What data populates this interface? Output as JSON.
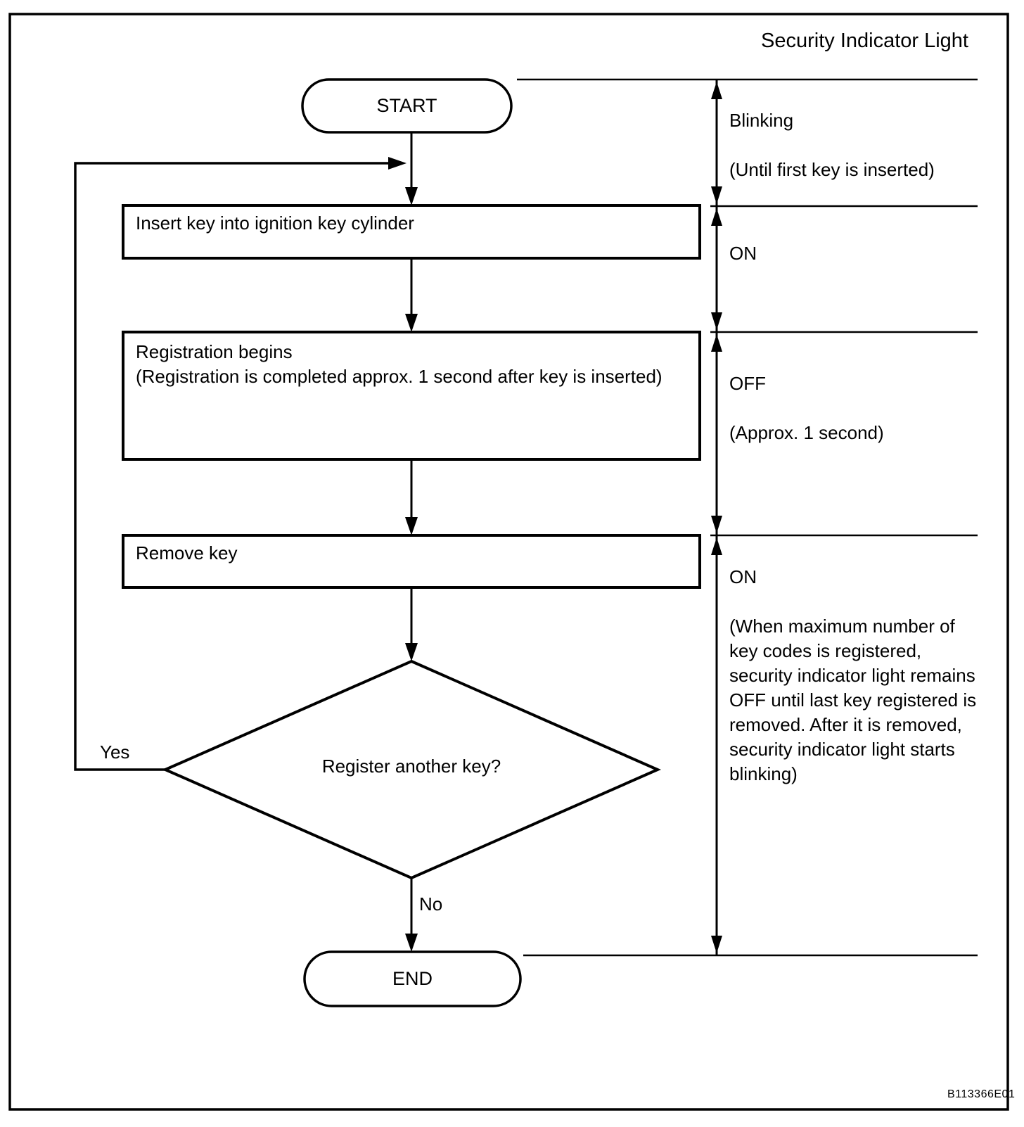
{
  "diagram": {
    "title": "Security Indicator Light",
    "figure_code": "B113366E01",
    "nodes": {
      "start": "START",
      "insert_key": "Insert key into ignition key cylinder",
      "registration": "Registration begins\n(Registration is completed approx. 1 second after key is inserted)",
      "remove_key": "Remove key",
      "decision": "Register another key?",
      "end": "END"
    },
    "branches": {
      "yes": "Yes",
      "no": "No"
    },
    "indicator_states": [
      {
        "state": "Blinking",
        "note": "(Until first key is inserted)"
      },
      {
        "state": "ON",
        "note": ""
      },
      {
        "state": "OFF",
        "note": "(Approx. 1 second)"
      },
      {
        "state": "ON",
        "note": "(When maximum number of\nkey codes is registered,\nsecurity indicator light remains\nOFF until last key registered is\nremoved. After it is removed,\nsecurity indicator light starts\nblinking)"
      }
    ],
    "colors": {
      "ink": "#000000",
      "paper": "#ffffff"
    }
  }
}
